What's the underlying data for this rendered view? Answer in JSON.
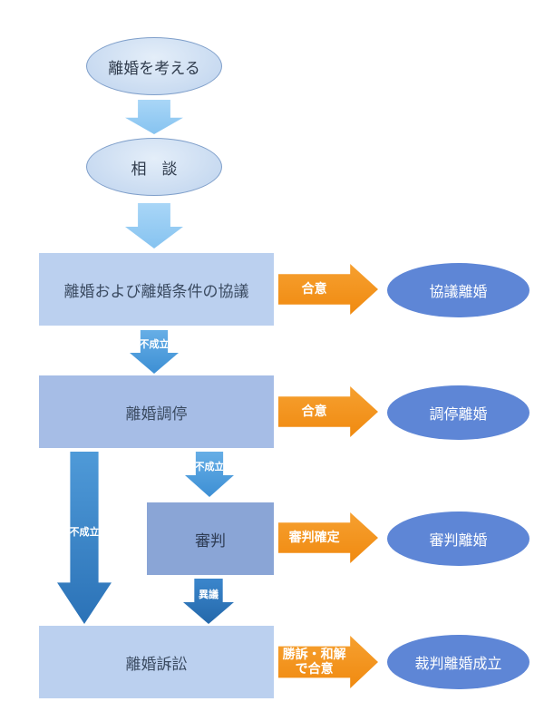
{
  "nodes": {
    "consider": "離婚を考える",
    "consult": "相　談",
    "negotiation": "離婚および離婚条件の協議",
    "mediation": "離婚調停",
    "judgment": "審判",
    "lawsuit": "離婚訴訟"
  },
  "outcomes": {
    "negotiation": "協議離婚",
    "mediation": "調停離婚",
    "judgment": "審判離婚",
    "lawsuit": "裁判離婚成立"
  },
  "arrow_labels": {
    "agree_1": "合意",
    "agree_2": "合意",
    "judgment_final": "審判確定",
    "win_settle_line1": "勝訴・和解",
    "win_settle_line2": "で合意",
    "fail_1": "不成立",
    "fail_2": "不成立",
    "fail_3": "不成立",
    "objection": "異議"
  }
}
